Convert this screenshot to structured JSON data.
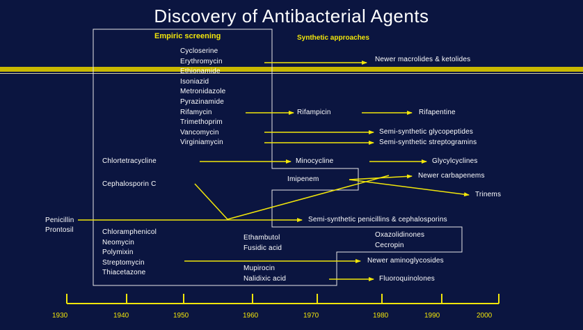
{
  "title": "Discovery of Antibacterial Agents",
  "colors": {
    "background": "#0b1540",
    "accent": "#f2e60a",
    "text": "#ffffff",
    "band": "#c9b800"
  },
  "headers": {
    "empiric": "Empiric   screening",
    "synthetic": "Synthetic   approaches"
  },
  "empiric_list": [
    "Cycloserine",
    "Erythromycin",
    "Ethionamide",
    "Isoniazid",
    "Metronidazole",
    "Pyrazinamide",
    "Rifamycin",
    "Trimethoprim",
    "Vancomycin",
    "Virginiamycin"
  ],
  "left_list": [
    "Chloramphenicol",
    "Neomycin",
    "Polymixin",
    "Streptomycin",
    "Thiacetazone"
  ],
  "labels": {
    "penicillin": "Penicillin",
    "prontosil": "Prontosil",
    "chlortetracycline": "Chlortetracycline",
    "cephalosporin_c": "Cephalosporin  C",
    "ethambutol": "Ethambutol",
    "fusidic_acid": "Fusidic  acid",
    "mupirocin": "Mupirocin",
    "nalidixic_acid": "Nalidixic  acid",
    "newer_macrolides": "Newer  macrolides  & ketolides",
    "rifampicin": "Rifampicin",
    "rifapentine": "Rifapentine",
    "semi_glycopeptides": "Semi-synthetic  glycopeptides",
    "semi_streptogramins": "Semi-synthetic  streptogramins",
    "minocycline": "Minocycline",
    "glycylcyclines": "Glycylcyclines",
    "imipenem": "Imipenem",
    "newer_carbapenems": "Newer  carbapenems",
    "trinems": "Trinems",
    "semi_penicillins": "Semi-synthetic  penicillins  & cephalosporins",
    "oxazolidinones": "Oxazolidinones",
    "cecropin": "Cecropin",
    "newer_aminoglycosides": "Newer  aminoglycosides",
    "fluoroquinolones": "Fluoroquinolones"
  },
  "timeline_years": [
    "1930",
    "1940",
    "1950",
    "1960",
    "1970",
    "1980",
    "1990",
    "2000"
  ]
}
